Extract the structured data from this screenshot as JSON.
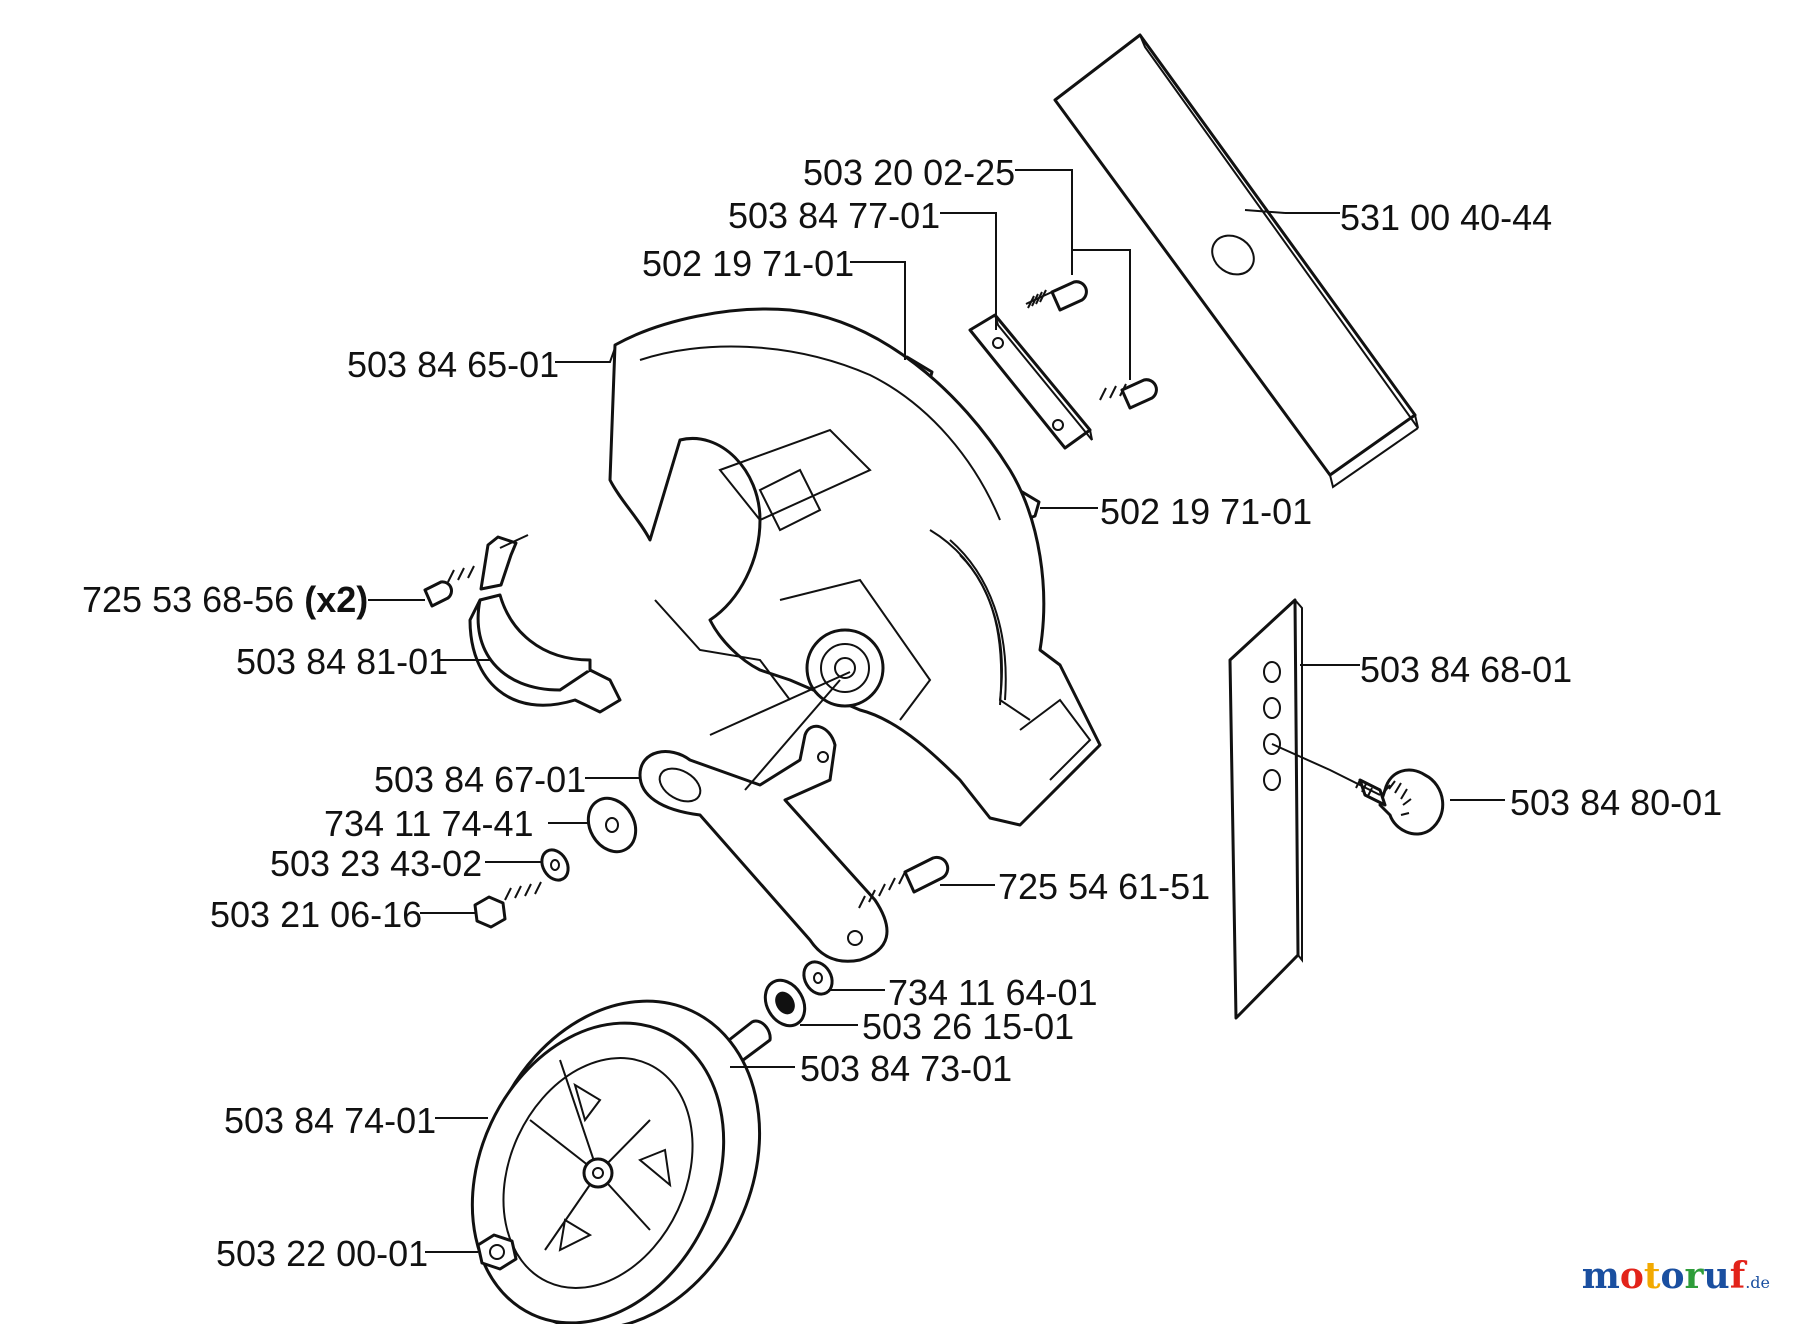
{
  "diagram": {
    "labels": {
      "blade": "531 00 40-44",
      "screw_top": "503 20 02-25",
      "plate": "503 84 77-01",
      "nut_top": "502 19 71-01",
      "guard": "503 84 65-01",
      "nut_mid": "502 19 71-01",
      "clamp_screw": "725 53 68-56",
      "clamp_screw_qty": "(x2)",
      "clamp": "503 84 81-01",
      "bracket_plate": "503 84 68-01",
      "knob": "503 84 80-01",
      "arm": "503 84 67-01",
      "washer_large": "734 11 74-41",
      "washer_small": "503 23 43-02",
      "bolt": "503 21 06-16",
      "arm_screw": "725 54 61-51",
      "washer_wheel": "734 11 64-01",
      "bearing": "503 26 15-01",
      "spacer": "503 84 73-01",
      "wheel": "503 84 74-01",
      "wheel_nut": "503 22 00-01"
    },
    "watermark": {
      "text": "motoruf",
      "suffix": ".de",
      "colors": [
        "#1a4fa0",
        "#e2231a",
        "#f2a900",
        "#1a4fa0",
        "#2e9d3a",
        "#1a4fa0",
        "#e2231a"
      ]
    }
  }
}
